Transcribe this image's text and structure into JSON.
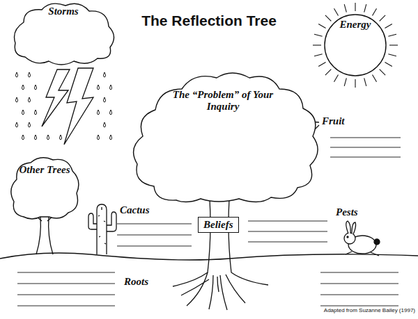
{
  "diagram": {
    "title": "The Reflection Tree",
    "nodes": [
      {
        "text": [
          "Storms"
        ]
      },
      {
        "text": [
          "Energy"
        ]
      },
      {
        "text": [
          "The “Problem” of Your Inquiry"
        ]
      },
      {
        "text": [
          "Other Trees"
        ]
      },
      {
        "text": [
          "Beliefs"
        ]
      }
    ],
    "labels": [
      "Fruit",
      "Cactus",
      "Pests",
      "Roots",
      "Adapted from Suzanne Bailey (1997)"
    ]
  }
}
